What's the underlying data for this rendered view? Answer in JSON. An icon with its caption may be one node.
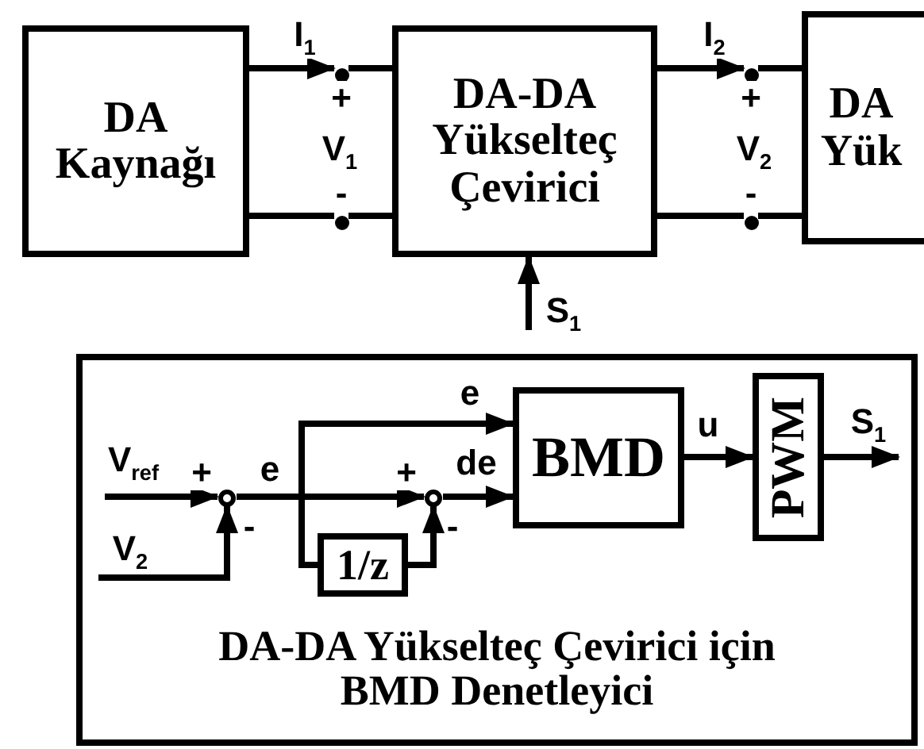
{
  "diagram": {
    "nodes": [
      {
        "text": [
          "DA Kaynağı"
        ]
      },
      {
        "text": [
          "DA-DA Yükselteç Çevirici"
        ]
      },
      {
        "text": [
          "DA Yük"
        ]
      },
      {
        "text": [
          "DA-DA Yükselteç Çevirici için BMD Denetleyici"
        ]
      },
      {
        "text": [],
        "shape": "circle",
        "in": 3
      },
      {
        "text": [],
        "shape": "circle",
        "in": 3
      },
      {
        "text": [
          "BMD"
        ],
        "in": 3
      },
      {
        "text": [
          "PWM"
        ],
        "in": 3
      },
      {
        "text": [
          "1/z"
        ],
        "in": 3
      },
      {
        "text": [],
        "shape": "circle"
      },
      {
        "text": [],
        "shape": "circle"
      },
      {
        "text": [],
        "shape": "circle"
      },
      {
        "text": [],
        "shape": "circle"
      }
    ],
    "edges": [
      {
        "from": 0,
        "to": 9,
        "arrow": "to",
        "label": "I$_{1}$"
      },
      {
        "from": 9,
        "to": 1,
        "arrow": "none"
      },
      {
        "from": 0,
        "to": 10,
        "arrow": "none"
      },
      {
        "from": 10,
        "to": 1,
        "arrow": "none"
      },
      {
        "from": 1,
        "to": 11,
        "arrow": "to",
        "label": "I$_{2}$"
      },
      {
        "from": 11,
        "to": 2,
        "arrow": "none"
      },
      {
        "from": 1,
        "to": 12,
        "arrow": "none"
      },
      {
        "from": 12,
        "to": 2,
        "arrow": "none"
      },
      {
        "from": null,
        "to": 1,
        "arrow": "to",
        "label": "S$_{1}$"
      },
      {
        "from": null,
        "to": 4,
        "arrow": "to",
        "label": "V$_{ref}$"
      },
      {
        "from": null,
        "to": 4,
        "arrow": "to",
        "label": "V$_{2}$"
      },
      {
        "from": 4,
        "to": 5,
        "arrow": "to",
        "label": "e"
      },
      {
        "from": 4,
        "to": 6,
        "arrow": "to",
        "label": "e"
      },
      {
        "from": 4,
        "to": 8,
        "arrow": "none"
      },
      {
        "from": 8,
        "to": 5,
        "arrow": "to"
      },
      {
        "from": 5,
        "to": 6,
        "arrow": "to",
        "label": "de"
      },
      {
        "from": 6,
        "to": 7,
        "arrow": "to",
        "label": "u"
      },
      {
        "from": 7,
        "to": null,
        "arrow": "to",
        "label": "S$_{1}$"
      }
    ],
    "labels": [
      "+",
      "V$_{1}$",
      "-",
      "+",
      "V$_{2}$",
      "-",
      "+",
      "-",
      "+",
      "-"
    ]
  }
}
